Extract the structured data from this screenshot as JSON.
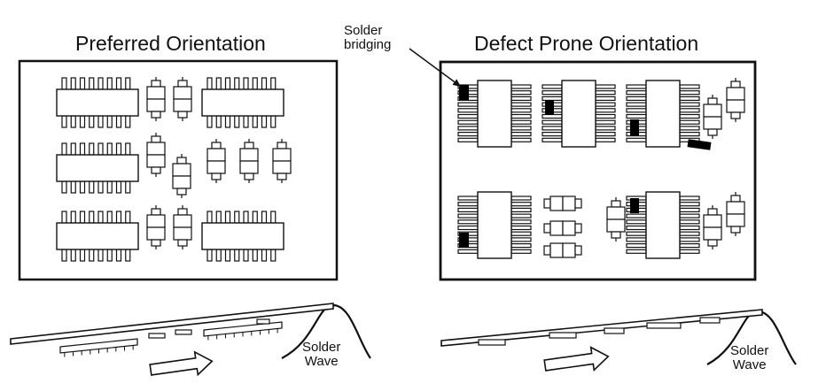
{
  "diagram": {
    "panels": {
      "preferred": {
        "title": "Preferred Orientation"
      },
      "defect_prone": {
        "title": "Defect Prone Orientation"
      }
    },
    "annotations": {
      "solder_bridging": {
        "line1": "Solder",
        "line2": "bridging"
      }
    },
    "solder_wave": {
      "line1": "Solder",
      "line2": "Wave"
    },
    "colors": {
      "stroke": "#111111",
      "board_fill": "#ffffff",
      "bridge_fill": "#000000"
    },
    "arrow_icon": "arrow-right-icon"
  }
}
